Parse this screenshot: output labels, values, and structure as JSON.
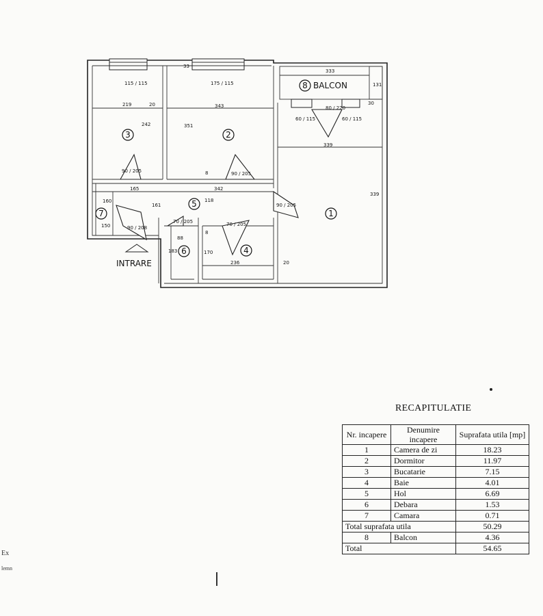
{
  "plan": {
    "entrance_label": "INTRARE",
    "balcony_label": "BALCON",
    "rooms": [
      {
        "num": "1"
      },
      {
        "num": "2"
      },
      {
        "num": "3"
      },
      {
        "num": "4"
      },
      {
        "num": "5"
      },
      {
        "num": "6"
      },
      {
        "num": "7"
      },
      {
        "num": "8"
      }
    ],
    "dimensions": {
      "d333": "333",
      "d131": "131",
      "d30": "30",
      "d339w": "339",
      "d339h": "339",
      "d219": "219",
      "d20a": "20",
      "d343": "343",
      "d242": "242",
      "d351": "351",
      "d33": "33",
      "d165": "165",
      "d342": "342",
      "d118": "118",
      "d161": "161",
      "d160": "160",
      "d150": "150",
      "d236": "236",
      "d20b": "20",
      "d170": "170",
      "d183": "183",
      "d88": "88",
      "d8a": "8",
      "d8b": "8"
    },
    "openings": {
      "w1": "115 / 115",
      "w2": "175 / 115",
      "w3": "80 / 220",
      "w4": "60 / 115",
      "w5": "60 / 115",
      "o1": "90 / 205",
      "o2": "90 / 205",
      "o3": "90 / 208",
      "o4": "70 / 205",
      "o5": "70 / 205",
      "o6": "90 / 205"
    }
  },
  "recap": {
    "title": "RECAPITULATIE",
    "headers": {
      "col1": "Nr. incapere",
      "col2": "Denumire incapere",
      "col3": "Suprafata utila [mp]"
    },
    "rows": [
      {
        "nr": "1",
        "name": "Camera de zi",
        "area": "18.23"
      },
      {
        "nr": "2",
        "name": "Dormitor",
        "area": "11.97"
      },
      {
        "nr": "3",
        "name": "Bucatarie",
        "area": "7.15"
      },
      {
        "nr": "4",
        "name": "Baie",
        "area": "4.01"
      },
      {
        "nr": "5",
        "name": "Hol",
        "area": "6.69"
      },
      {
        "nr": "6",
        "name": "Debara",
        "area": "1.53"
      },
      {
        "nr": "7",
        "name": "Camara",
        "area": "0.71"
      }
    ],
    "subtotal": {
      "label": "Total suprafata utila",
      "area": "50.29"
    },
    "balcony": {
      "nr": "8",
      "name": "Balcon",
      "area": "4.36"
    },
    "total": {
      "label": "Total",
      "area": "54.65"
    }
  },
  "edge_text": {
    "line1": "Ex",
    "line2": "lemn"
  }
}
